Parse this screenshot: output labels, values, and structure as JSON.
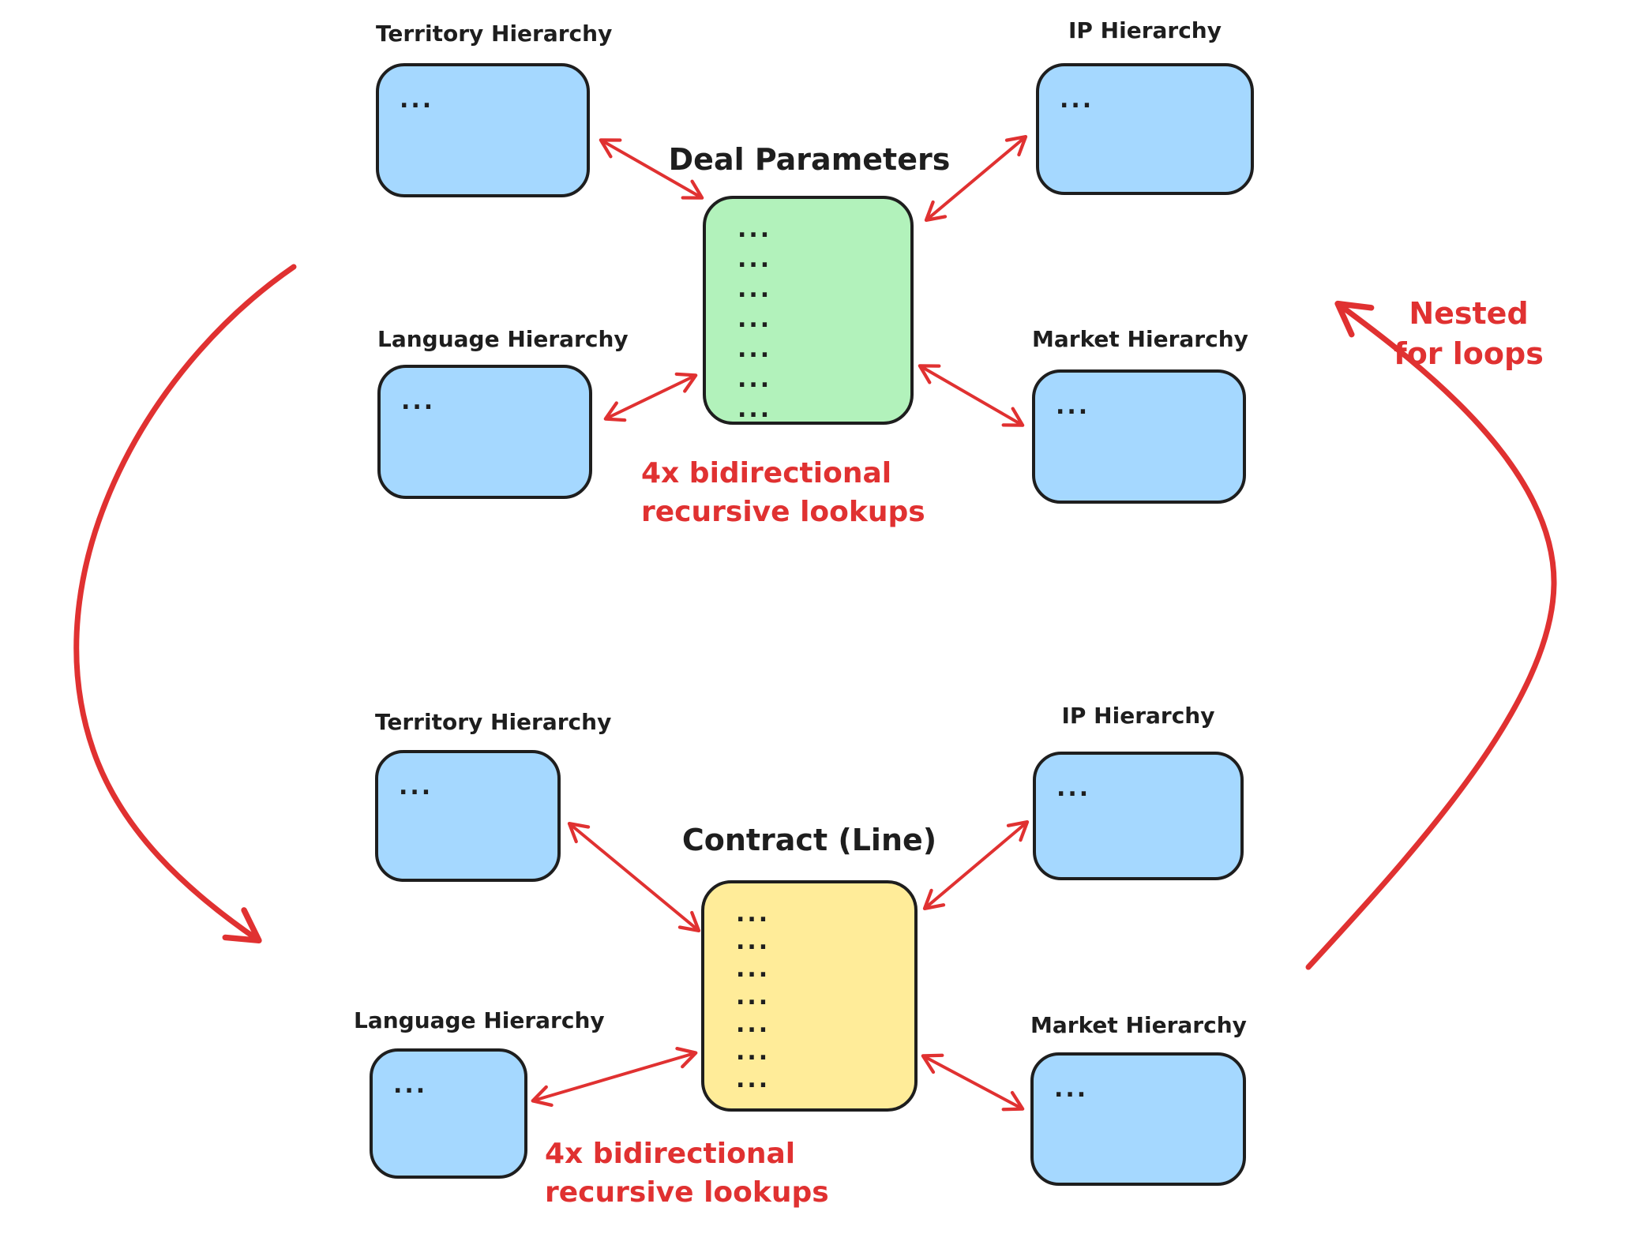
{
  "diagram": {
    "background": "#ffffff",
    "colors": {
      "satellite_fill": "#a5d8ff",
      "deal_fill": "#b2f2bb",
      "contract_fill": "#ffec99",
      "stroke": "#1e1e1e",
      "arrow_red": "#e03131"
    },
    "dots": "...",
    "top_cluster": {
      "center": {
        "label": "Deal Parameters"
      },
      "territory": {
        "label": "Territory Hierarchy"
      },
      "ip": {
        "label": "IP Hierarchy"
      },
      "language": {
        "label": "Language Hierarchy"
      },
      "market": {
        "label": "Market Hierarchy"
      },
      "annotation": {
        "line1": "4x bidirectional",
        "line2": "recursive lookups"
      }
    },
    "bottom_cluster": {
      "center": {
        "label": "Contract (Line)"
      },
      "territory": {
        "label": "Territory Hierarchy"
      },
      "ip": {
        "label": "IP Hierarchy"
      },
      "language": {
        "label": "Language Hierarchy"
      },
      "market": {
        "label": "Market Hierarchy"
      },
      "annotation": {
        "line1": "4x bidirectional",
        "line2": "recursive lookups"
      }
    },
    "loop_annotation": {
      "line1": "Nested",
      "line2": "for loops"
    }
  }
}
